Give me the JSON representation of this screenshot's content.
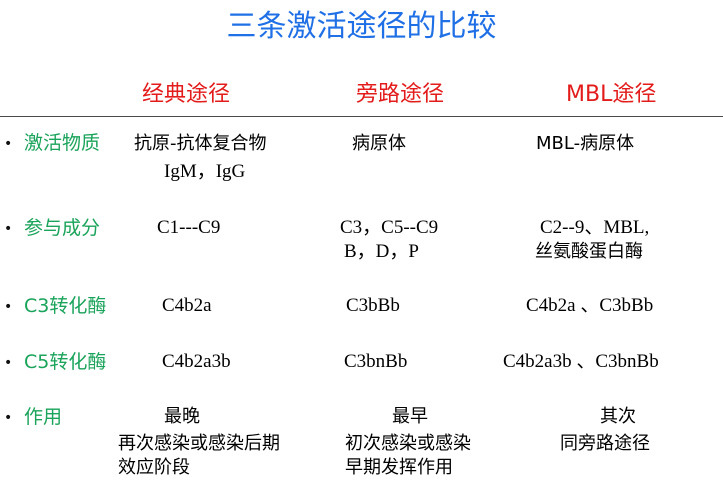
{
  "title": "三条激活途径的比较",
  "columns": [
    "经典途径",
    "旁路途径",
    "MBL途径"
  ],
  "rows": [
    {
      "label": "激活物质",
      "cells": [
        [
          "抗原-抗体复合物",
          "IgM，IgG"
        ],
        [
          "病原体"
        ],
        [
          "MBL-病原体"
        ]
      ]
    },
    {
      "label": "参与成分",
      "cells": [
        [
          "C1---C9"
        ],
        [
          "C3，C5--C9",
          "B，D，P"
        ],
        [
          "C2--9、MBL,",
          "丝氨酸蛋白酶"
        ]
      ]
    },
    {
      "label": "C3转化酶",
      "cells": [
        [
          "C4b2a"
        ],
        [
          "C3bBb"
        ],
        [
          "C4b2a 、C3bBb"
        ]
      ]
    },
    {
      "label": "C5转化酶",
      "cells": [
        [
          "C4b2a3b"
        ],
        [
          "C3bnBb"
        ],
        [
          "C4b2a3b 、C3bnBb"
        ]
      ]
    },
    {
      "label": "作用",
      "cells": [
        [
          "最晚",
          "再次感染或感染后期",
          "效应阶段"
        ],
        [
          "最早",
          "初次感染或感染",
          "早期发挥作用"
        ],
        [
          "其次",
          "同旁路途径"
        ]
      ]
    }
  ],
  "bullet": "•",
  "colors": {
    "title": "#1f6fe6",
    "column_header": "#e31b1b",
    "row_label": "#1aa35a",
    "text": "#000000"
  }
}
